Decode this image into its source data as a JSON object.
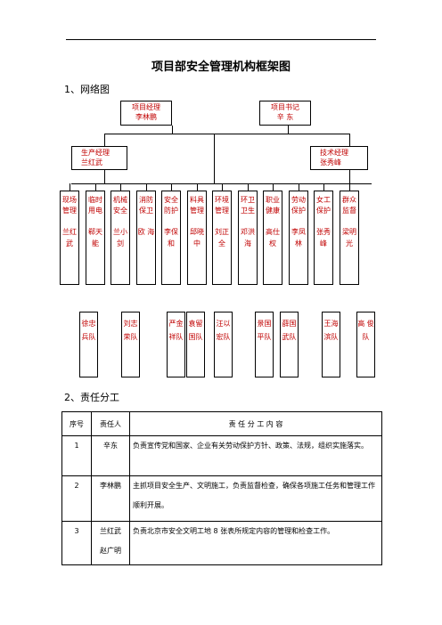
{
  "title": "项目部安全管理机构框架图",
  "section1": "1、网络图",
  "section2": "2、责任分工",
  "top_left": {
    "role": "项目经理",
    "name": "李林鹏"
  },
  "top_right": {
    "role": "项目书记",
    "name": "辛  东"
  },
  "mid_left": {
    "role": "生产经理",
    "name": "兰红武"
  },
  "mid_right": {
    "role": "技术经理",
    "name": "张秀峰"
  },
  "departments": [
    {
      "role": "现场管理",
      "name": "兰红武"
    },
    {
      "role": "临时用电",
      "name": "郗天能"
    },
    {
      "role": "机械安全",
      "name": "兰小剑"
    },
    {
      "role": "消防保卫",
      "name": "欧 海"
    },
    {
      "role": "安全防护",
      "name": "李保和"
    },
    {
      "role": "料具管理",
      "name": "邱晓中"
    },
    {
      "role": "环境管理",
      "name": "刘正全"
    },
    {
      "role": "环卫卫生",
      "name": "邓洪海"
    },
    {
      "role": "职业健康",
      "name": "高仕权"
    },
    {
      "role": "劳动保护",
      "name": "李凤林"
    },
    {
      "role": "女工保护",
      "name": "张秀峰"
    },
    {
      "role": "群众监督",
      "name": "梁明光"
    }
  ],
  "teams": [
    "徐忠兵队",
    "刘志荣队",
    "严金祥队",
    "袁留国队",
    "汪以宏队",
    "景国平队",
    "薛国武队",
    "王海滨队",
    "高 俊队"
  ],
  "table": {
    "headers": [
      "序号",
      "责任人",
      "责 任 分 工 内 容"
    ],
    "rows": [
      {
        "no": "1",
        "person": "辛东",
        "content": "负责宣传党和国家、企业有关劳动保护方针、政策、法规，组织实施落实。"
      },
      {
        "no": "2",
        "person": "李林鹏",
        "content": "主抓项目安全生产、文明施工，负责监督检查，确保各项施工任务和管理工作顺利开展。"
      },
      {
        "no": "3",
        "person": "兰红武\n赵广明",
        "content": "负责北京市安全文明工地 8 张表所规定内容的管理和检查工作。"
      }
    ]
  }
}
